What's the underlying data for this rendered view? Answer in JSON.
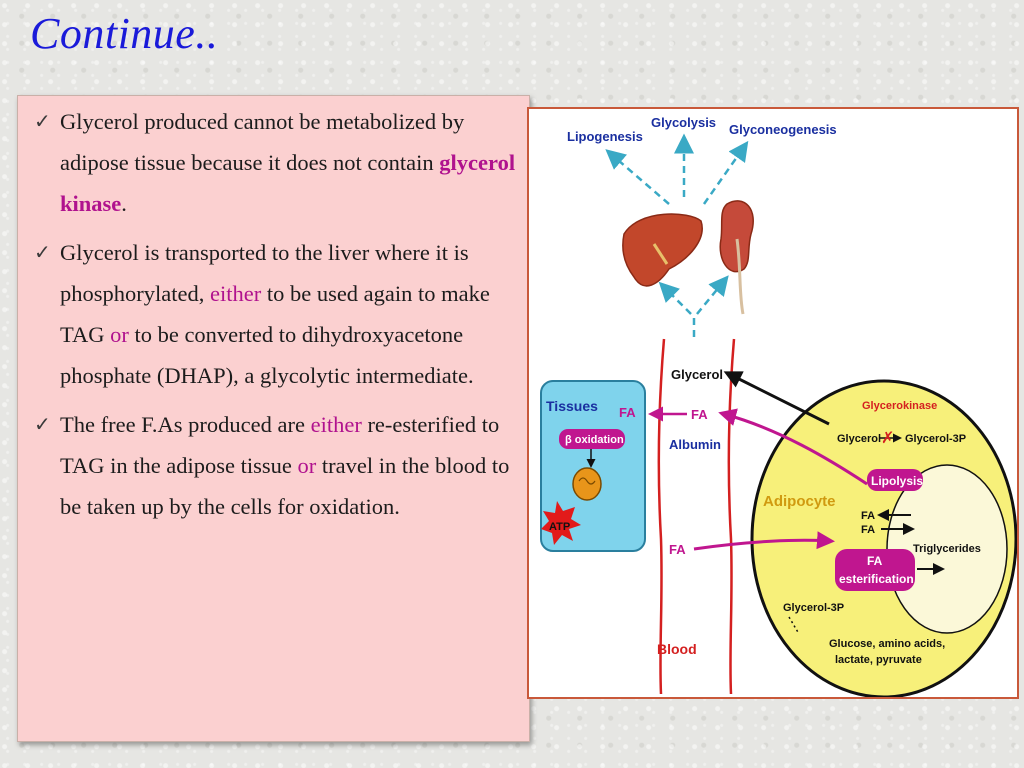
{
  "title": "Continue..",
  "bullets": [
    {
      "parts": [
        "Glycerol produced cannot be metabolized by adipose tissue because it does not contain ",
        "glycerol kinase",
        "."
      ]
    },
    {
      "parts": [
        "Glycerol is transported to the liver where it is phosphorylated, ",
        "either",
        " to be used again to make TAG ",
        "or",
        " to be converted to dihydroxyacetone phosphate (DHAP), a glycolytic intermediate."
      ]
    },
    {
      "parts": [
        "The free F.As produced are ",
        "either",
        " re-esterified to TAG in the adipose tissue ",
        "or",
        " travel in the blood to be taken up by the cells for oxidation."
      ]
    }
  ],
  "diagram": {
    "lipogenesis": "Lipogenesis",
    "glycolysis": "Glycolysis",
    "gluconeogenesis": "Glyconeogenesis",
    "glycerol": "Glycerol",
    "tissues": "Tissues",
    "fa": "FA",
    "beta_oxidation": "β oxidation",
    "atp": "ATP",
    "albumin": "Albumin",
    "blood": "Blood",
    "glycerokinase": "Glycerokinase",
    "glycerol_small": "Glycerol",
    "glycerol_3p": "Glycerol-3P",
    "lipolysis": "Lipolysis",
    "adipocyte": "Adipocyte",
    "triglycerides": "Triglycerides",
    "fa_esterification_1": "FA",
    "fa_esterification_2": "esterification",
    "glycerol_3p_lower": "Glycerol-3P",
    "substrates_1": "Glucose, amino acids,",
    "substrates_2": "lactate, pyruvate"
  },
  "colors": {
    "title": "#1a1ad9",
    "highlight": "#b0128e",
    "panel_bg": "#fbd0d0",
    "figure_border": "#c9593a",
    "adipocyte": "#f7f07a",
    "tissues": "#7fd3ec",
    "arrow_cyan": "#3aa9c5",
    "magenta": "#c0168f",
    "blood": "#d42020"
  }
}
